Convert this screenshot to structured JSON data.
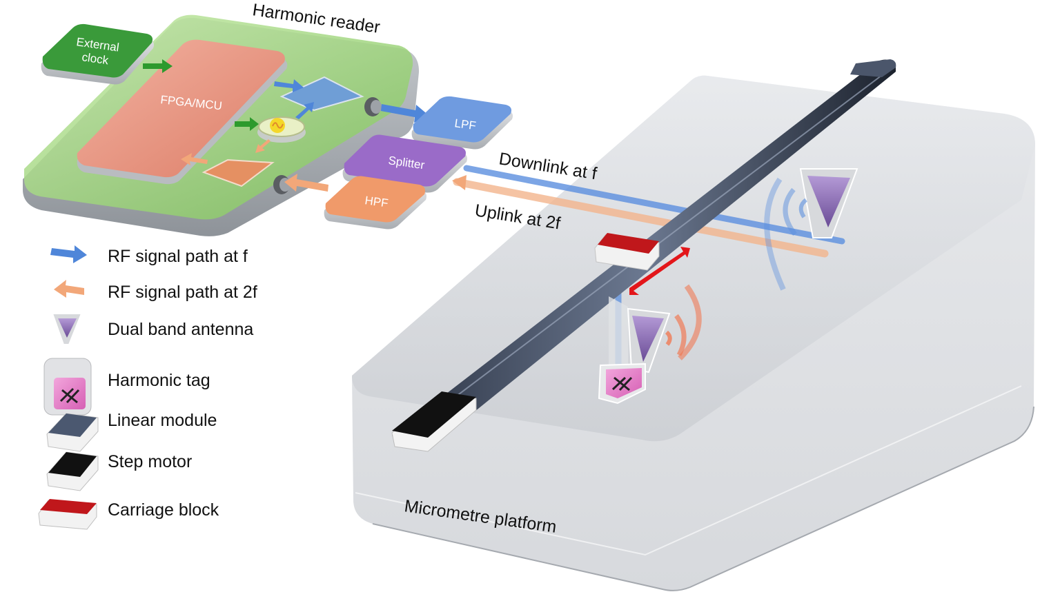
{
  "diagram": {
    "reader_label": "Harmonic reader",
    "external_clock_label": [
      "External",
      "clock"
    ],
    "fpga_label": "FPGA/MCU",
    "lpf_label": "LPF",
    "splitter_label": "Splitter",
    "hpf_label": "HPF",
    "downlink_label": "Downlink at f",
    "uplink_label": "Uplink at 2f",
    "platform_label": "Micrometre platform",
    "colors": {
      "rf_f": "#4f86d9",
      "rf_2f": "#f2a779",
      "reader_green": "#8fd06a",
      "fpga": "#e8947f",
      "clock": "#3d9a3d",
      "splitter": "#9a6bc8",
      "lpf": "#6f9be0",
      "hpf": "#f09a6a",
      "carriage": "#c0171b",
      "antenna": "#8c6bb8",
      "tag": "#e27ac4",
      "rail": "#3f4a5e"
    }
  },
  "legend": {
    "rf_f": "RF signal path at f",
    "rf_2f": "RF signal path at 2f",
    "antenna": "Dual band antenna",
    "tag": "Harmonic tag",
    "linear": "Linear module",
    "motor": "Step motor",
    "carriage": "Carriage block"
  }
}
